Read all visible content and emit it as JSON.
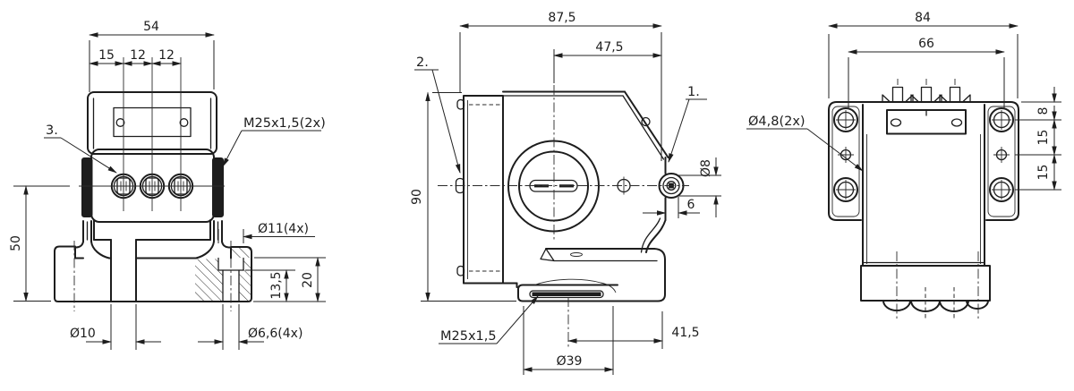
{
  "drawing": {
    "views": {
      "front": {
        "width_overall": "54",
        "pitch_left": "15",
        "pitch_mid": "12",
        "pitch_right": "12",
        "ref3": "3.",
        "gland_thread": "M25x1,5(2x)",
        "height_to_axis": "50",
        "counterbore_dia": "Ø11(4x)",
        "hole_depth": "13,5",
        "base_height": "20",
        "center_hole_dia": "Ø10",
        "mount_hole_dia": "Ø6,6(4x)"
      },
      "side": {
        "width_overall": "87,5",
        "width_to_axis": "47,5",
        "ref2": "2.",
        "ref1": "1.",
        "plunger_dia": "Ø8",
        "travel": "6",
        "height_overall": "90",
        "gland_thread": "M25x1,5",
        "base_offset": "41,5",
        "boss_dia": "Ø39"
      },
      "rear": {
        "width_overall": "84",
        "mount_spacing": "66",
        "side_hole_dia": "Ø4,8(2x)",
        "offset_top": "8",
        "pitch_a": "15",
        "pitch_b": "15"
      }
    },
    "line_color": "#1d1d1d",
    "background": "#ffffff"
  }
}
